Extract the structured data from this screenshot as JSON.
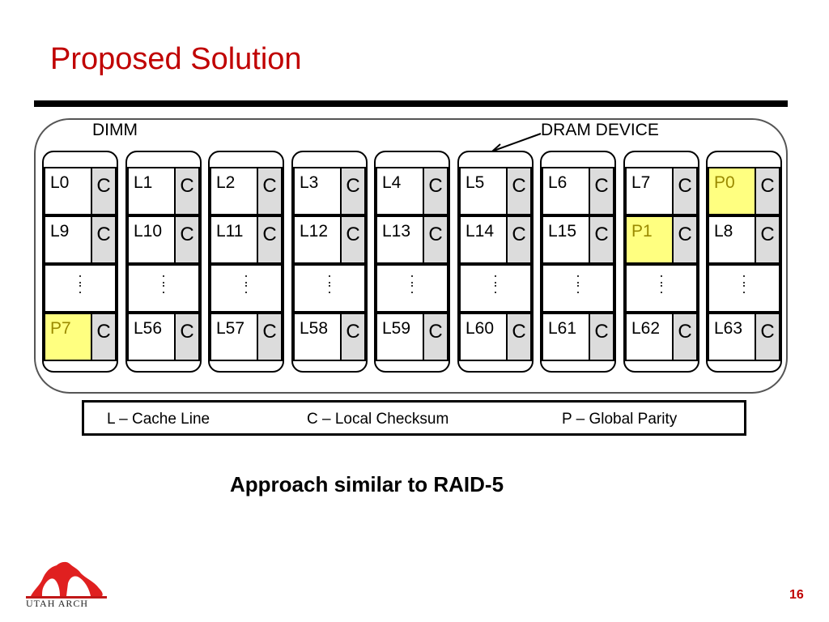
{
  "slide": {
    "title": "Proposed Solution",
    "caption": "Approach similar to RAID-5",
    "page_number": "16",
    "logo_text": "UTAH ARCH"
  },
  "diagram": {
    "dimm_label": "DIMM",
    "device_label": "DRAM DEVICE",
    "checksum_label": "C",
    "ellipsis": ":",
    "devices": [
      {
        "rows": [
          "L0",
          "L9",
          "P7"
        ]
      },
      {
        "rows": [
          "L1",
          "L10",
          "L56"
        ]
      },
      {
        "rows": [
          "L2",
          "L11",
          "L57"
        ]
      },
      {
        "rows": [
          "L3",
          "L12",
          "L58"
        ]
      },
      {
        "rows": [
          "L4",
          "L13",
          "L59"
        ]
      },
      {
        "rows": [
          "L5",
          "L14",
          "L60"
        ]
      },
      {
        "rows": [
          "L6",
          "L15",
          "L61"
        ]
      },
      {
        "rows": [
          "L7",
          "P1",
          "L62"
        ]
      },
      {
        "rows": [
          "P0",
          "L8",
          "L63"
        ]
      }
    ]
  },
  "legend": {
    "items": [
      "L – Cache Line",
      "C – Local Checksum",
      "P – Global Parity"
    ]
  },
  "colors": {
    "title": "#c00000",
    "parity_fill": "#ffff80",
    "checksum_fill": "#dcdcdc"
  }
}
